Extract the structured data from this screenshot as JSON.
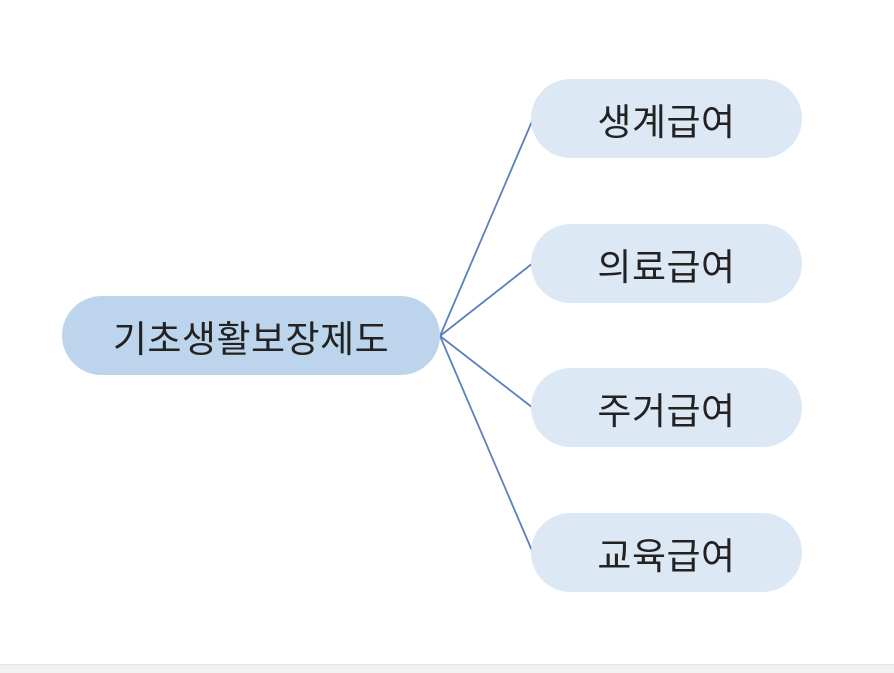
{
  "diagram": {
    "root": {
      "label": "기초생활보장제도"
    },
    "children": [
      {
        "label": "생계급여"
      },
      {
        "label": "의료급여"
      },
      {
        "label": "주거급여"
      },
      {
        "label": "교육급여"
      }
    ]
  },
  "colors": {
    "root_fill": "#bdd5ec",
    "child_fill": "#dde8f5",
    "connector": "#5b7fbd",
    "text": "#222222"
  }
}
